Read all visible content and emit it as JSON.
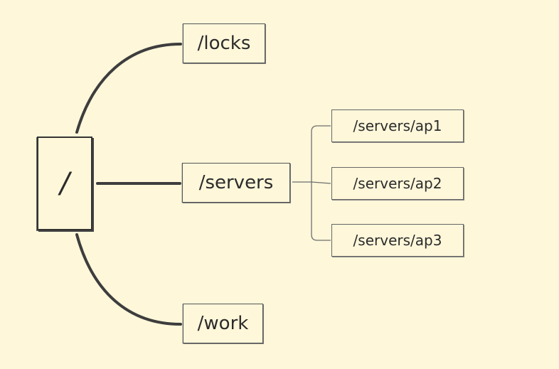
{
  "diagram": {
    "root": {
      "label": "/"
    },
    "children": [
      {
        "label": "/locks"
      },
      {
        "label": "/servers"
      },
      {
        "label": "/work"
      }
    ],
    "grandchildren": [
      {
        "label": "/servers/ap1"
      },
      {
        "label": "/servers/ap2"
      },
      {
        "label": "/servers/ap3"
      }
    ]
  },
  "colors": {
    "background": "#fef7da",
    "stroke": "#3d3d3d",
    "thin_stroke": "#6e6e6e"
  }
}
